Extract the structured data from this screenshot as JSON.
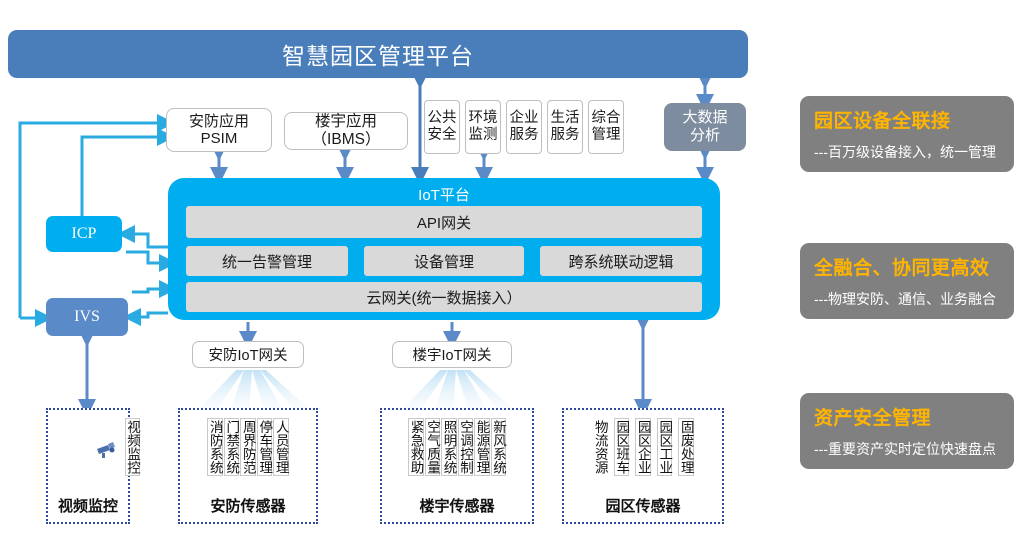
{
  "title": "智慧园区管理平台",
  "applications": {
    "psim": "安防应用\nPSIM",
    "psim_line1": "安防应用",
    "psim_line2": "PSIM",
    "ibms": "楼宇应用（IBMS）",
    "small": [
      "公共安全",
      "环境监测",
      "企业服务",
      "生活服务",
      "综合管理"
    ],
    "bigdata_line1": "大数据",
    "bigdata_line2": "分析"
  },
  "platform": {
    "title": "IoT平台",
    "api_gateway": "API网关",
    "middle": [
      "统一告警管理",
      "设备管理",
      "跨系统联动逻辑"
    ],
    "cloud_gateway": "云网关(统一数据接入）"
  },
  "nodes": {
    "icp": "ICP",
    "ivs": "IVS"
  },
  "gateways": {
    "security": "安防IoT网关",
    "building": "楼宇IoT网关"
  },
  "groups": [
    {
      "label": "视频监控",
      "items": [
        "视频监控"
      ]
    },
    {
      "label": "安防传感器",
      "items": [
        "消防系统",
        "门禁系统",
        "周界防范",
        "停车管理",
        "人员管理"
      ]
    },
    {
      "label": "楼宇传感器",
      "items": [
        "紧急救助",
        "空气质量",
        "照明系统",
        "空调控制",
        "能源管理",
        "新风系统"
      ]
    },
    {
      "label": "园区传感器",
      "items": [
        "物流资源",
        "园区班车",
        "园区企业",
        "园区工业",
        "固废处理"
      ]
    }
  ],
  "panels": [
    {
      "heading": "园区设备全联接",
      "sub": "---百万级设备接入，统一管理"
    },
    {
      "heading": "全融合、协同更高效",
      "sub": "---物理安防、通信、业务融合"
    },
    {
      "heading": "资产安全管理",
      "sub": "---重要资产实时定位快速盘点"
    }
  ],
  "colors": {
    "title_blue": "#4A7EBB",
    "cyan": "#00AEEF",
    "ivs_blue": "#5B8AC9",
    "bigdata_gray": "#7E8CA0",
    "panel_gray": "#808080",
    "panel_heading": "#FFB400",
    "block_gray": "#D9D9D9",
    "dotted_border": "#2B4A9B"
  }
}
